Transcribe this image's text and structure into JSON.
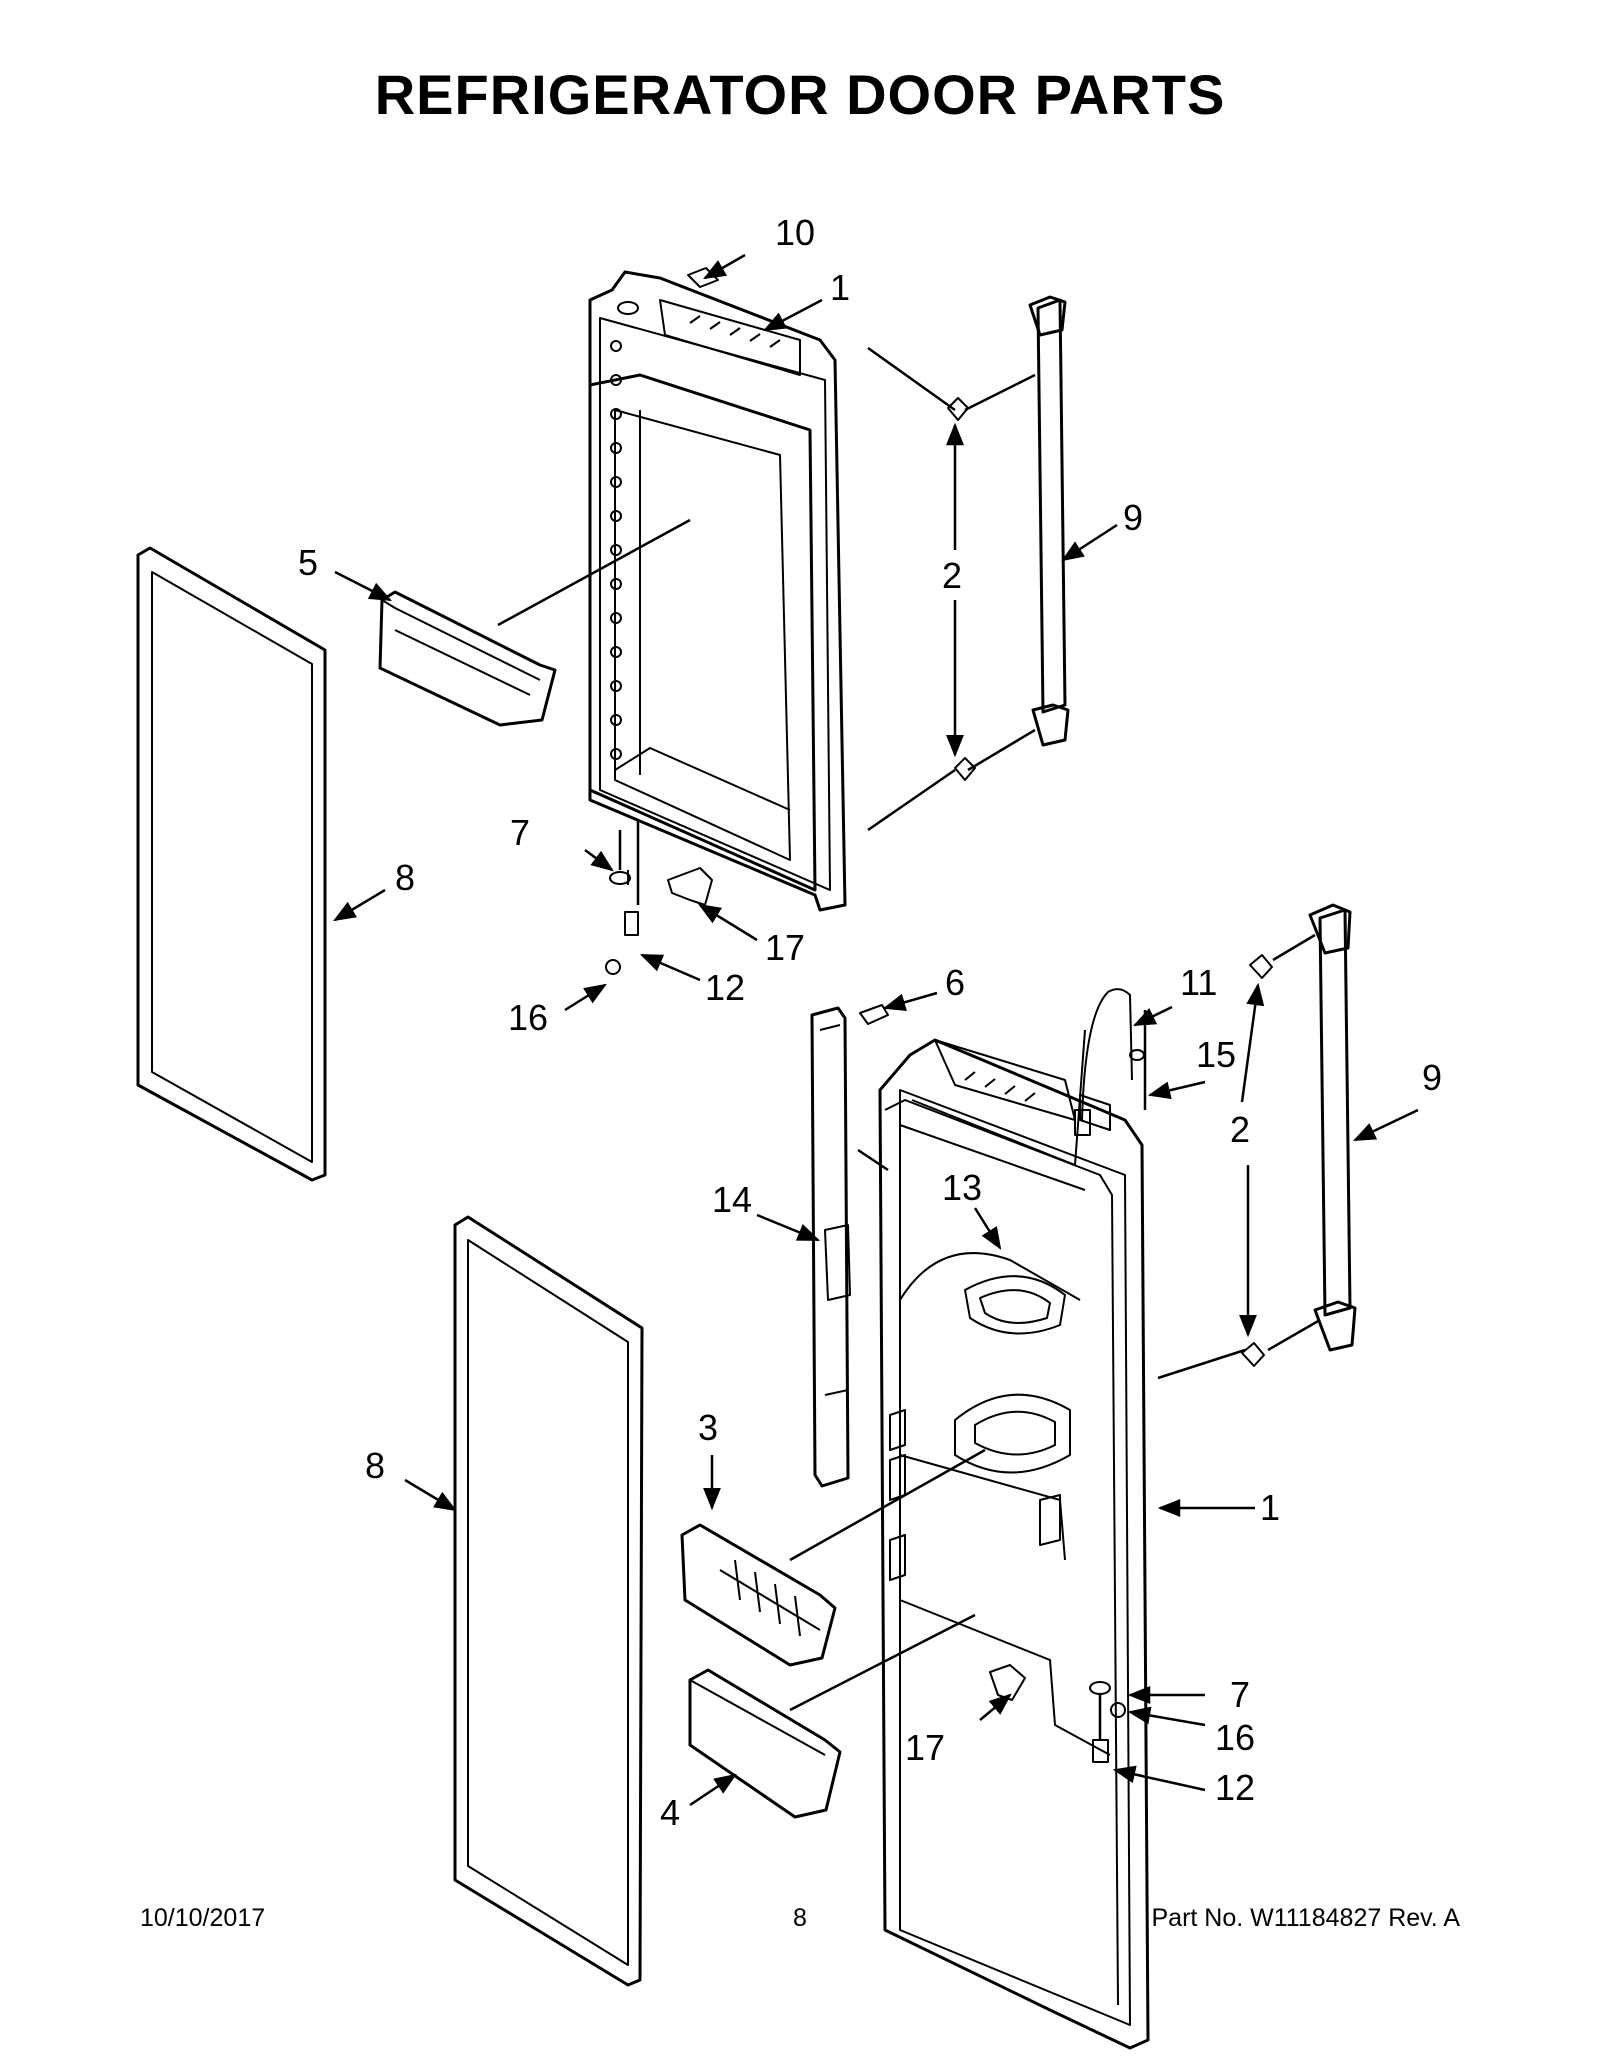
{
  "title": "REFRIGERATOR DOOR PARTS",
  "footer": {
    "date": "10/10/2017",
    "page": "8",
    "part_no": "Part No.  W11184827   Rev.  A"
  },
  "callouts": [
    "10",
    "1",
    "9",
    "2",
    "5",
    "8",
    "7",
    "17",
    "12",
    "16",
    "6",
    "11",
    "15",
    "2",
    "9",
    "14",
    "13",
    "3",
    "1",
    "8",
    "7",
    "16",
    "17",
    "12",
    "4"
  ]
}
